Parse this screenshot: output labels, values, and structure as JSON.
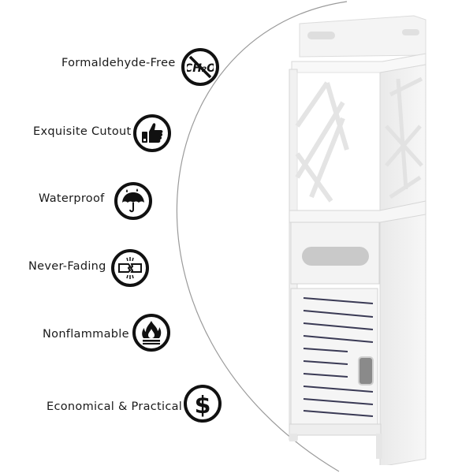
{
  "features": [
    {
      "label": "Formaldehyde-Free",
      "icon": "no-formaldehyde-icon",
      "icon_text": "CH2O"
    },
    {
      "label": "Exquisite Cutout",
      "icon": "thumbs-up-icon"
    },
    {
      "label": "Waterproof",
      "icon": "umbrella-rain-icon"
    },
    {
      "label": "Never-Fading",
      "icon": "break-resistant-icon"
    },
    {
      "label": "Nonflammable",
      "icon": "flame-icon"
    },
    {
      "label": "Economical & Practical",
      "icon": "dollar-icon",
      "icon_text": "$"
    }
  ],
  "product": {
    "name": "white bathroom storage cabinet",
    "color": "#f2f2f2"
  }
}
